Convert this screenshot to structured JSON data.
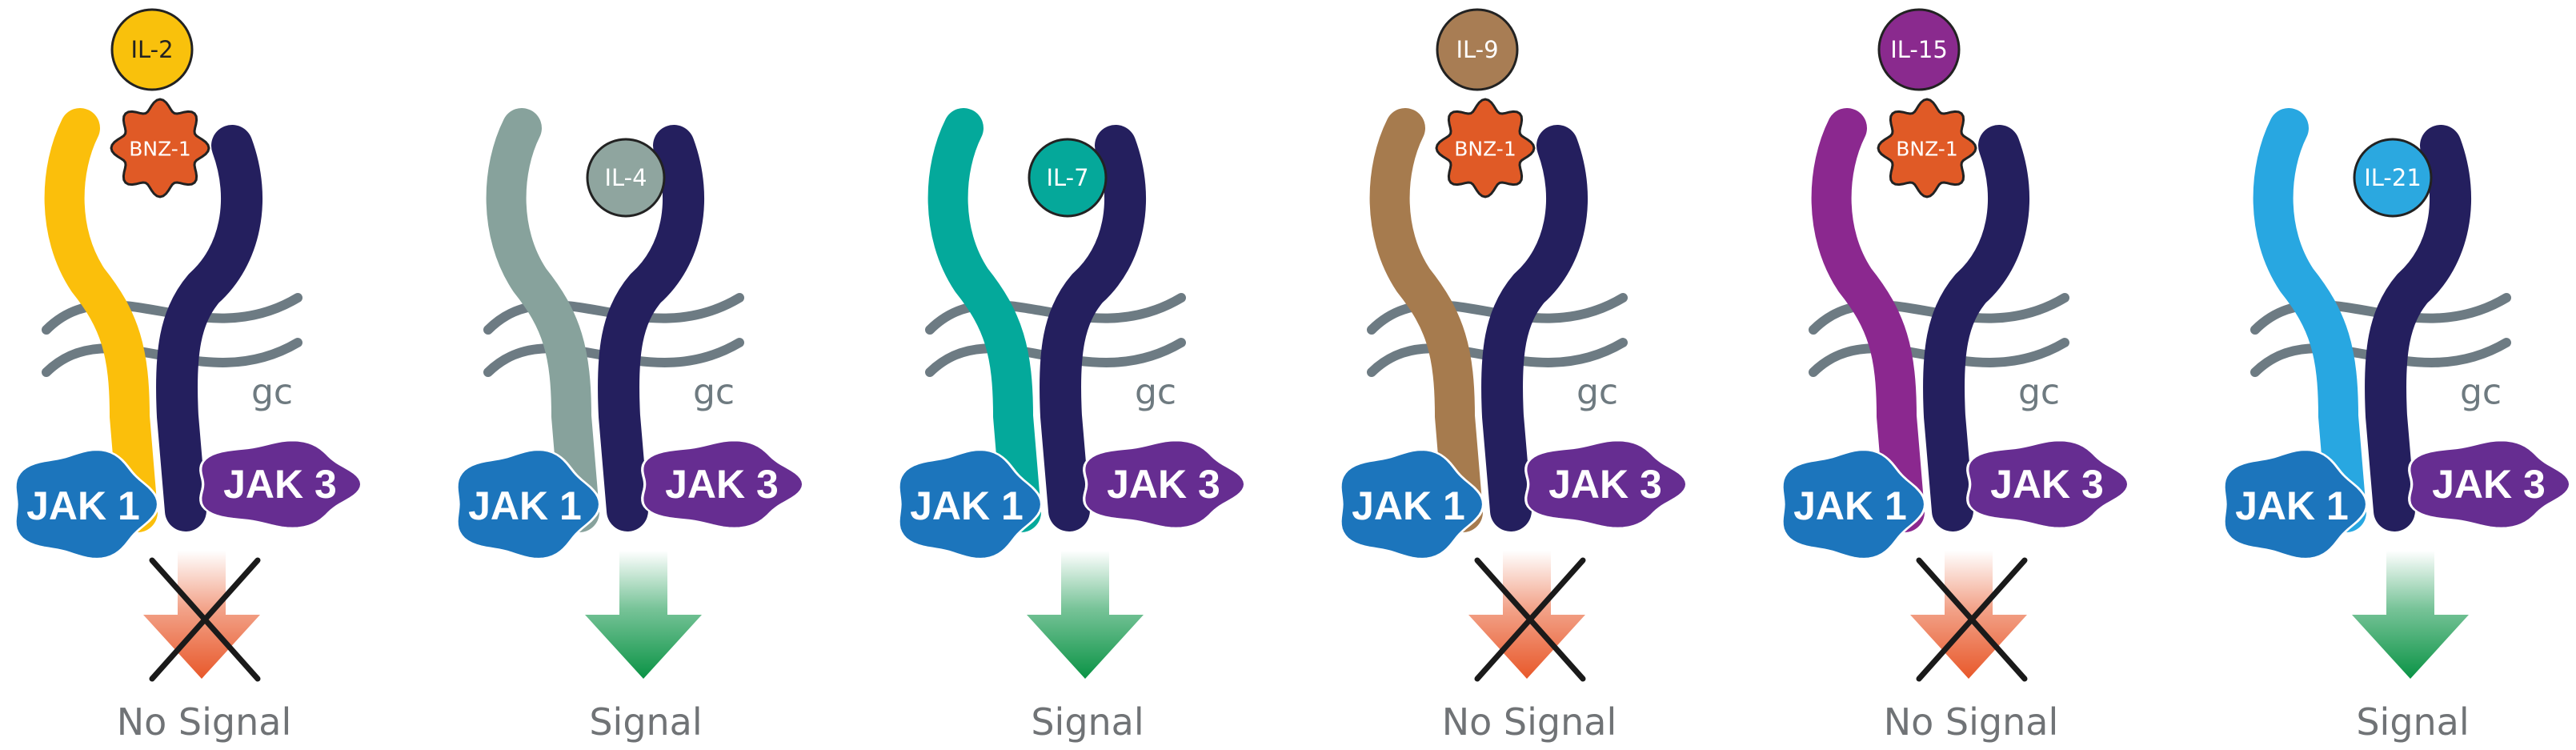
{
  "panels": [
    {
      "cytokine": "IL-2",
      "cytokine_color": "#F9C10C",
      "cytokine_text_color": "#222222",
      "receptor_color": "#FBBF0B",
      "bnz": "BNZ-1",
      "outcome": "No Signal",
      "signal": false,
      "cytokine_position": "top"
    },
    {
      "cytokine": "IL-4",
      "cytokine_color": "#8FA59F",
      "cytokine_text_color": "#ffffff",
      "receptor_color": "#87A29C",
      "bnz": "",
      "outcome": "Signal",
      "signal": true,
      "cytokine_position": "pocket"
    },
    {
      "cytokine": "IL-7",
      "cytokine_color": "#05A89A",
      "cytokine_text_color": "#ffffff",
      "receptor_color": "#04A99B",
      "bnz": "",
      "outcome": "Signal",
      "signal": true,
      "cytokine_position": "pocket"
    },
    {
      "cytokine": "IL-9",
      "cytokine_color": "#A87D54",
      "cytokine_text_color": "#ffffff",
      "receptor_color": "#A67B4E",
      "bnz": "BNZ-1",
      "outcome": "No Signal",
      "signal": false,
      "cytokine_position": "top"
    },
    {
      "cytokine": "IL-15",
      "cytokine_color": "#8A2A8E",
      "cytokine_text_color": "#ffffff",
      "receptor_color": "#8B288F",
      "bnz": "BNZ-1",
      "outcome": "No Signal",
      "signal": false,
      "cytokine_position": "top"
    },
    {
      "cytokine": "IL-21",
      "cytokine_color": "#2BA8E0",
      "cytokine_text_color": "#ffffff",
      "receptor_color": "#28A7E1",
      "bnz": "",
      "outcome": "Signal",
      "signal": true,
      "cytokine_position": "pocket"
    }
  ],
  "shared": {
    "jak1_label": "JAK 1",
    "jak3_label": "JAK 3",
    "gc_label": "gc"
  },
  "colors": {
    "gc_chain": "#241F5E",
    "jak1": "#1C75BC",
    "jak3": "#662D91",
    "bnz": "#E05A26",
    "membrane": "#6D7B83",
    "signal_arrow": "#0A9345",
    "blocked_arrow": "#E8582A",
    "cross": "#1a1a1a"
  }
}
